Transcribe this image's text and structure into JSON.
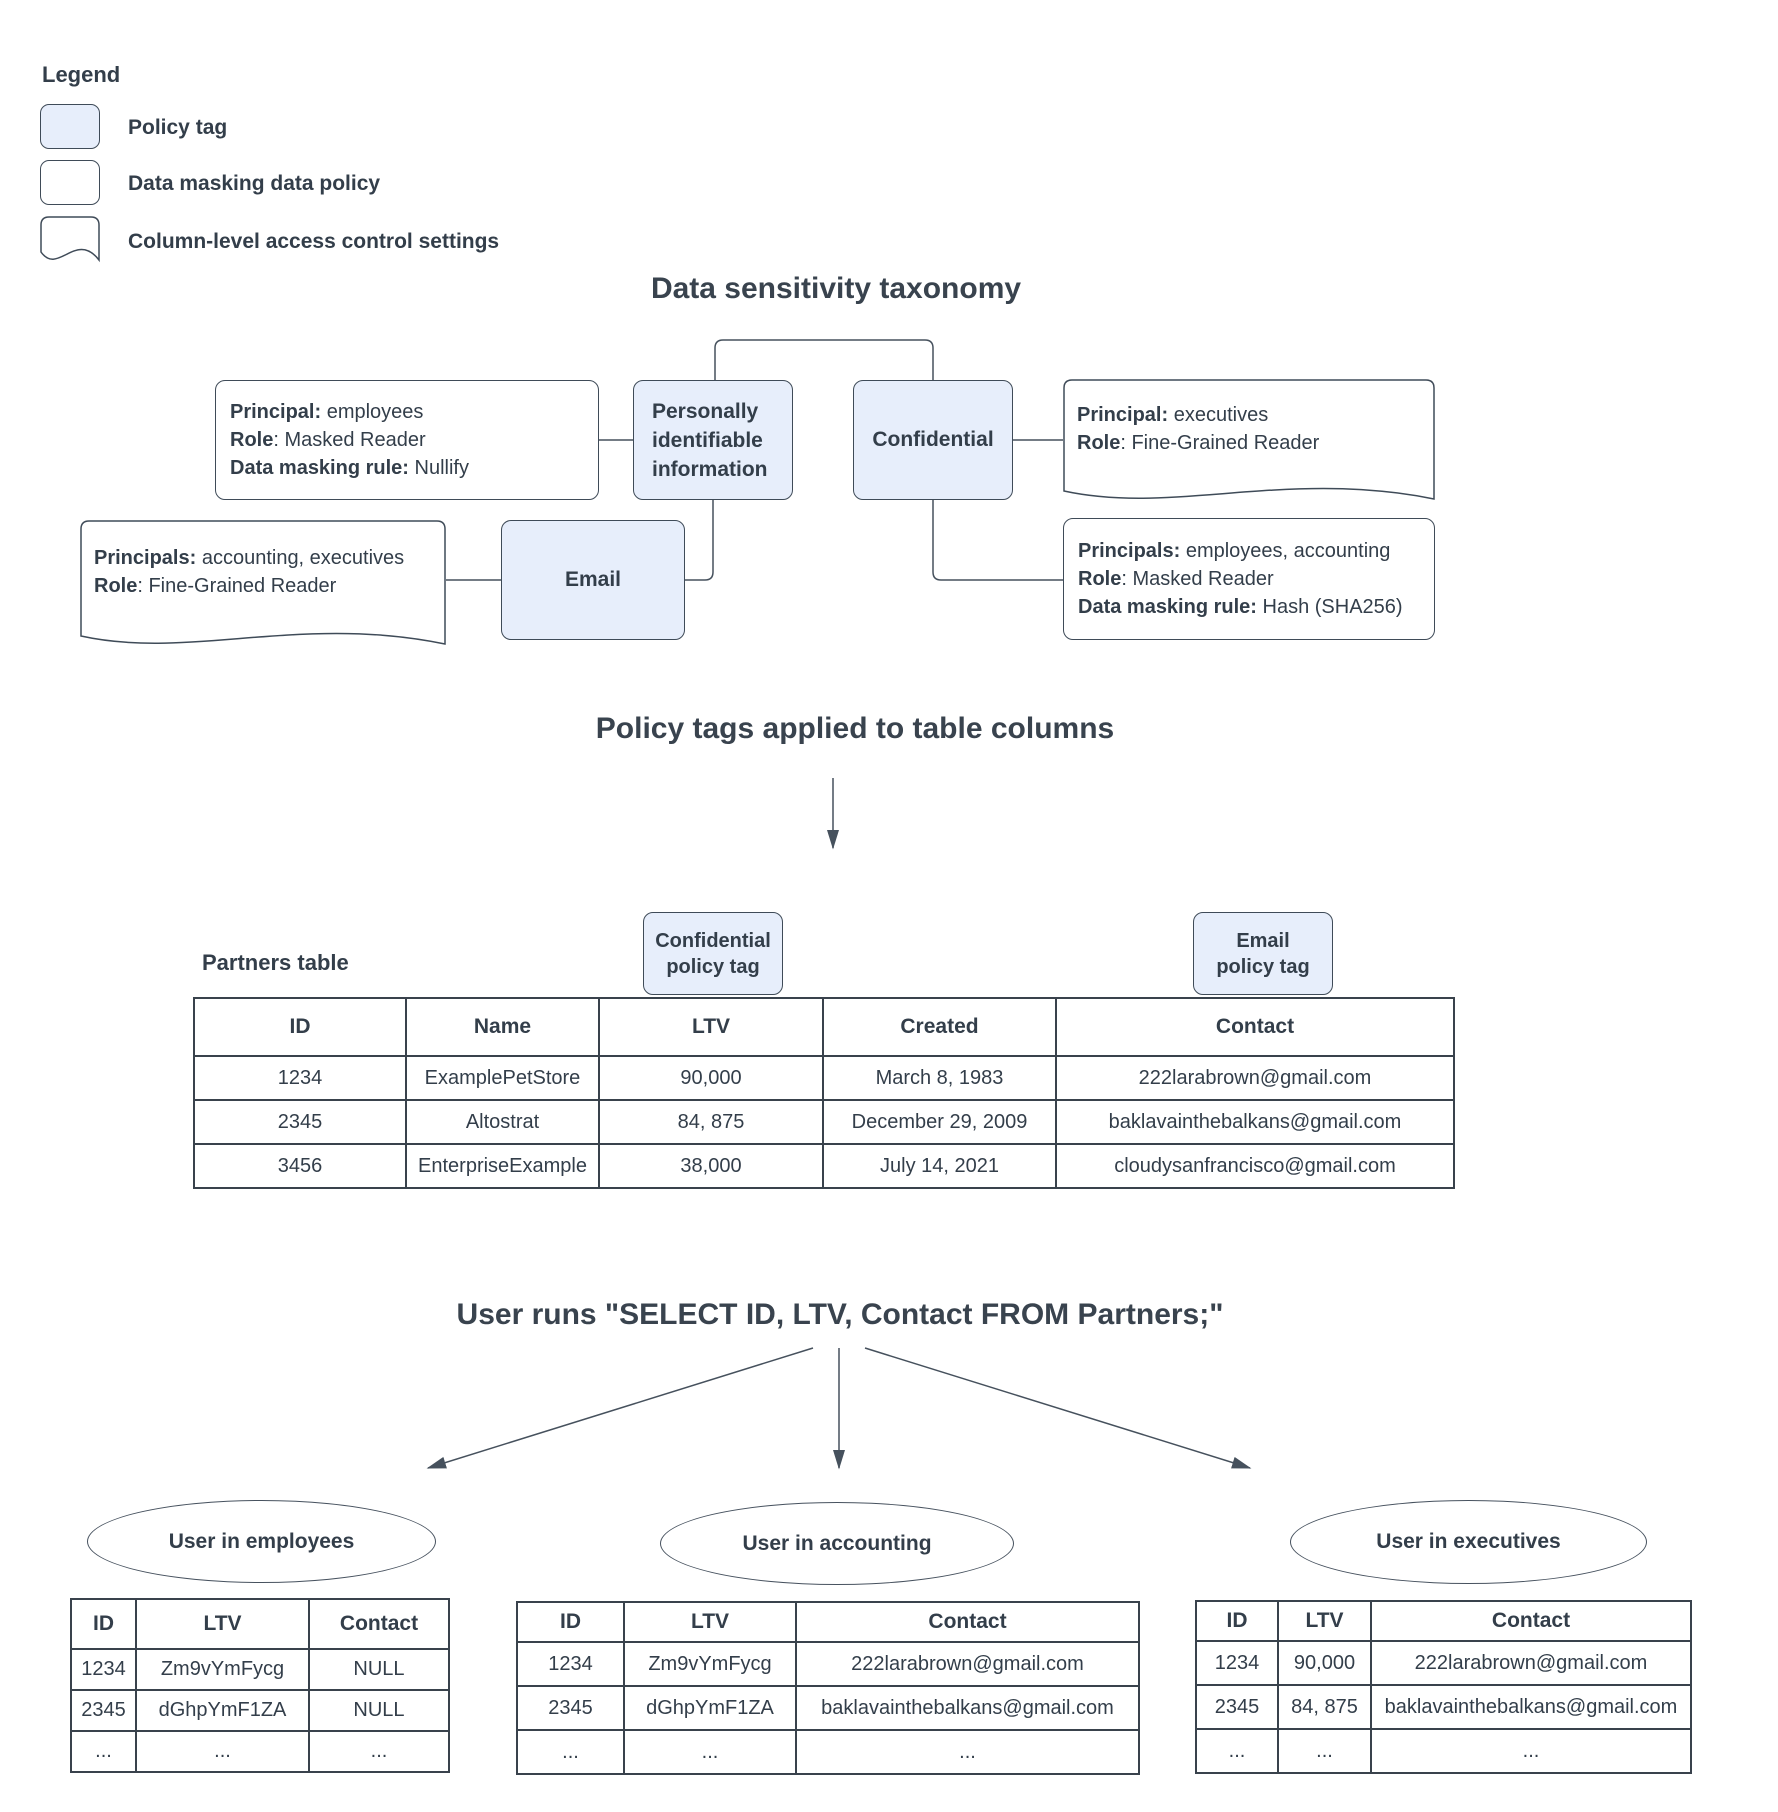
{
  "legend": {
    "title": "Legend",
    "items": [
      {
        "shape": "policy-tag-swatch",
        "label": "Policy tag"
      },
      {
        "shape": "data-masking-policy-swatch",
        "label": "Data masking data policy"
      },
      {
        "shape": "access-control-swatch",
        "label": "Column-level access control settings"
      }
    ]
  },
  "colors": {
    "policy_tag_fill": "#e7eefb",
    "ink": "#333e4a",
    "line": "#46515d",
    "border": "#3f4b58"
  },
  "taxonomy": {
    "title": "Data sensitivity taxonomy",
    "nodes": {
      "pii": {
        "label": "Personally identifiable information"
      },
      "confidential": {
        "label": "Confidential"
      },
      "email": {
        "label": "Email"
      }
    },
    "policies": {
      "employees_masking": {
        "lines": [
          [
            "Principal:",
            " employees"
          ],
          [
            "Role",
            ": Masked Reader"
          ],
          [
            "Data masking rule:",
            " Nullify"
          ]
        ]
      },
      "executives_access": {
        "lines": [
          [
            "Principal:",
            " executives"
          ],
          [
            "Role",
            ": Fine-Grained Reader"
          ]
        ]
      },
      "accounting_access": {
        "lines": [
          [
            "Principals:",
            " accounting, executives"
          ],
          [
            "Role",
            ": Fine-Grained Reader"
          ]
        ]
      },
      "hash_masking": {
        "lines": [
          [
            "Principals:",
            " employees, accounting"
          ],
          [
            "Role",
            ": Masked Reader"
          ],
          [
            "Data masking rule:",
            " Hash (SHA256)"
          ]
        ]
      }
    }
  },
  "applied": {
    "title": "Policy tags applied to table columns",
    "table_label": "Partners table",
    "confidential_tag": {
      "lines": [
        "Confidential",
        "policy tag"
      ]
    },
    "email_tag": {
      "lines": [
        "Email",
        "policy tag"
      ]
    },
    "partners_table": {
      "headers": [
        "ID",
        "Name",
        "LTV",
        "Created",
        "Contact"
      ],
      "rows": [
        [
          "1234",
          "ExamplePetStore",
          "90,000",
          "March 8, 1983",
          "222larabrown@gmail.com"
        ],
        [
          "2345",
          "Altostrat",
          "84, 875",
          "December 29, 2009",
          "baklavainthebalkans@gmail.com"
        ],
        [
          "3456",
          "EnterpriseExample",
          "38,000",
          "July 14, 2021",
          "cloudysanfrancisco@gmail.com"
        ]
      ]
    }
  },
  "query": {
    "title": "User runs \"SELECT ID, LTV, Contact FROM Partners;\"",
    "results": [
      {
        "user": "User in employees",
        "headers": [
          "ID",
          "LTV",
          "Contact"
        ],
        "rows": [
          [
            "1234",
            "Zm9vYmFycg",
            "NULL"
          ],
          [
            "2345",
            "dGhpYmF1ZA",
            "NULL"
          ],
          [
            "...",
            "...",
            "..."
          ]
        ]
      },
      {
        "user": "User in accounting",
        "headers": [
          "ID",
          "LTV",
          "Contact"
        ],
        "rows": [
          [
            "1234",
            "Zm9vYmFycg",
            "222larabrown@gmail.com"
          ],
          [
            "2345",
            "dGhpYmF1ZA",
            "baklavainthebalkans@gmail.com"
          ],
          [
            "...",
            "...",
            "..."
          ]
        ]
      },
      {
        "user": "User in executives",
        "headers": [
          "ID",
          "LTV",
          "Contact"
        ],
        "rows": [
          [
            "1234",
            "90,000",
            "222larabrown@gmail.com"
          ],
          [
            "2345",
            "84, 875",
            "baklavainthebalkans@gmail.com"
          ],
          [
            "...",
            "...",
            "..."
          ]
        ]
      }
    ]
  }
}
